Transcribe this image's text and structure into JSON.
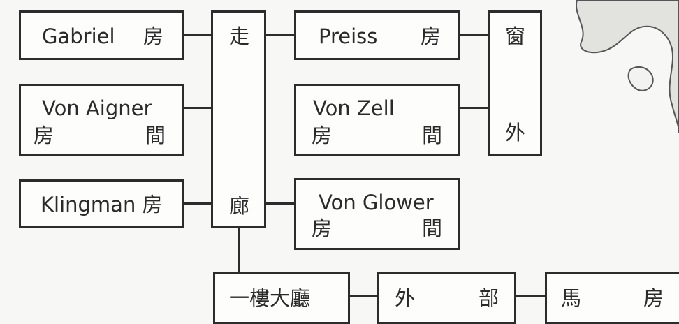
{
  "rooms": {
    "gabriel": {
      "name": "Gabriel",
      "suffix": "房"
    },
    "von_aigner": {
      "name": "Von Aigner",
      "char1": "房",
      "char2": "間"
    },
    "klingman": {
      "name": "Klingman 房"
    },
    "corridor": {
      "char1": "走",
      "char2": "廊"
    },
    "preiss": {
      "name": "Preiss",
      "suffix": "房"
    },
    "von_zell": {
      "name": "Von Zell",
      "char1": "房",
      "char2": "間"
    },
    "window_outside": {
      "char1": "窗",
      "char2": "外"
    },
    "von_glower": {
      "name": "Von Glower",
      "char1": "房",
      "char2": "間"
    },
    "lobby": {
      "name": "一樓大廳"
    },
    "outside": {
      "char1": "外",
      "char2": "部"
    },
    "stable": {
      "char1": "馬",
      "char2": "房"
    }
  }
}
